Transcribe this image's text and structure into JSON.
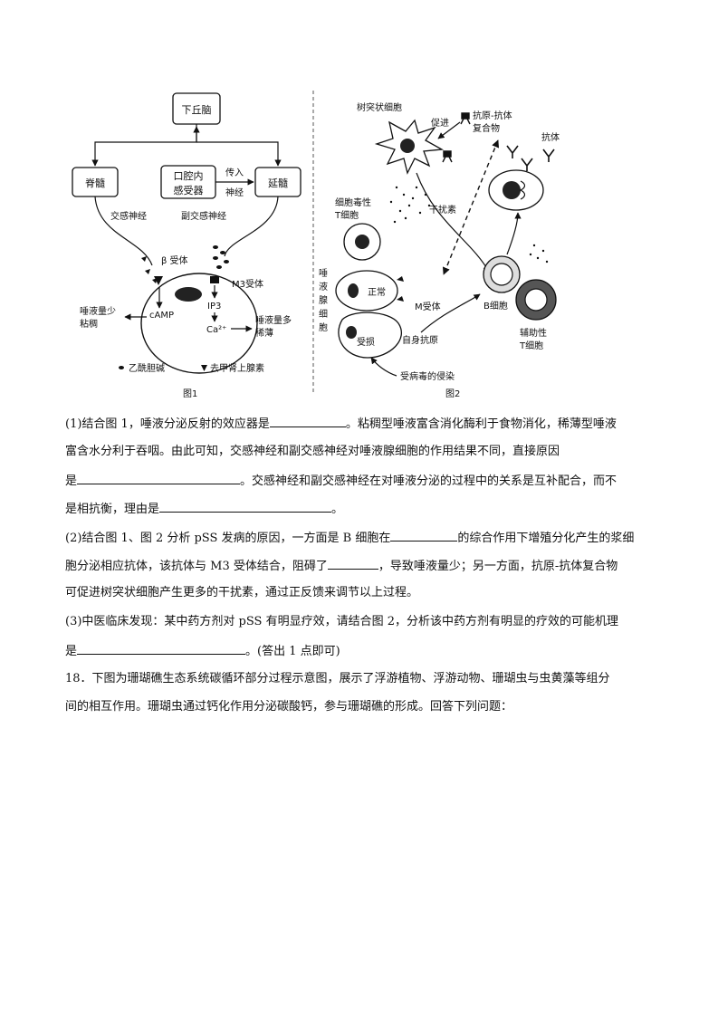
{
  "fig1": {
    "hypothalamus": "下丘脑",
    "spinal_cord": "脊髓",
    "oral_receptor_line1": "口腔内",
    "oral_receptor_line2": "感受器",
    "afferent_line1": "传入",
    "afferent_line2": "神经",
    "medulla": "延髓",
    "sympathetic": "交感神经",
    "parasympathetic": "副交感神经",
    "beta_receptor": "β 受体",
    "m3_receptor": "M3受体",
    "camp": "cAMP",
    "ip3": "IP3",
    "ca": "Ca²⁺",
    "less_saliva_line1": "唾液量少",
    "less_saliva_line2": "粘稠",
    "more_saliva_line1": "唾液量多",
    "more_saliva_line2": "稀薄",
    "legend_ach": "乙酰胆碱",
    "legend_ne": "去甲肾上腺素",
    "caption": "图1"
  },
  "fig2": {
    "dendritic": "树突状细胞",
    "promote": "促进",
    "complex_line1": "抗原-抗体",
    "complex_line2": "复合物",
    "antibody": "抗体",
    "interferon": "干扰素",
    "ctl_line1": "细胞毒性",
    "ctl_line2": "T细胞",
    "gland_1": "唾",
    "gland_2": "液",
    "gland_3": "腺",
    "gland_4": "细",
    "gland_5": "胞",
    "normal": "正常",
    "m_receptor": "M受体",
    "b_cell": "B细胞",
    "damaged": "受损",
    "self_antigen": "自身抗原",
    "helper_line1": "辅助性",
    "helper_line2": "T细胞",
    "virus": "受病毒的侵染",
    "caption": "图2"
  },
  "q1": {
    "l1a": "(1)结合图 1，唾液分泌反射的效应器是",
    "l1b": "。粘稠型唾液富含消化酶利于食物消化，稀薄型唾液",
    "l2": "富含水分利于吞咽。由此可知，交感神经和副交感神经对唾液腺细胞的作用结果不同，直接原因",
    "l3a": "是",
    "l3b": "。交感神经和副交感神经在对唾液分泌的过程中的关系是互补配合，而不",
    "l4a": "是相抗衡，理由是",
    "l4b": "。"
  },
  "q2": {
    "l1a": "(2)结合图 1、图 2 分析 pSS 发病的原因，一方面是 B 细胞在",
    "l1b": "的综合作用下增殖分化产生的浆细",
    "l2a": "胞分泌相应抗体，该抗体与 M3 受体结合，阻碍了",
    "l2b": "，导致唾液量少；另一方面，抗原-抗体复合物",
    "l3": "可促进树突状细胞产生更多的干扰素，通过正反馈来调节以上过程。"
  },
  "q3": {
    "l1": "(3)中医临床发现：某中药方剂对 pSS 有明显疗效，请结合图 2，分析该中药方剂有明显的疗效的可能机理",
    "l2a": "是",
    "l2b": "。(答出 1 点即可)"
  },
  "q18": {
    "l1": "18．下图为珊瑚礁生态系统碳循环部分过程示意图，展示了浮游植物、浮游动物、珊瑚虫与虫黄藻等组分",
    "l2": "间的相互作用。珊瑚虫通过钙化作用分泌碳酸钙，参与珊瑚礁的形成。回答下列问题："
  }
}
